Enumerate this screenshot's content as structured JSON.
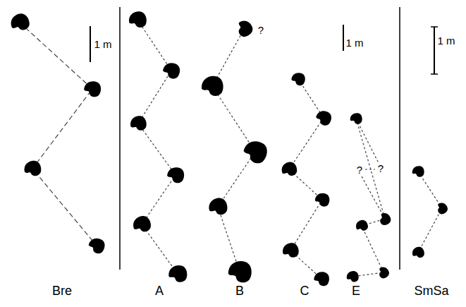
{
  "diagram": {
    "labels": [
      "1 m",
      "1 m",
      "1 m",
      "Bre",
      "A",
      "B",
      "C",
      "E",
      "SmSa",
      "?",
      "?",
      "?"
    ]
  }
}
